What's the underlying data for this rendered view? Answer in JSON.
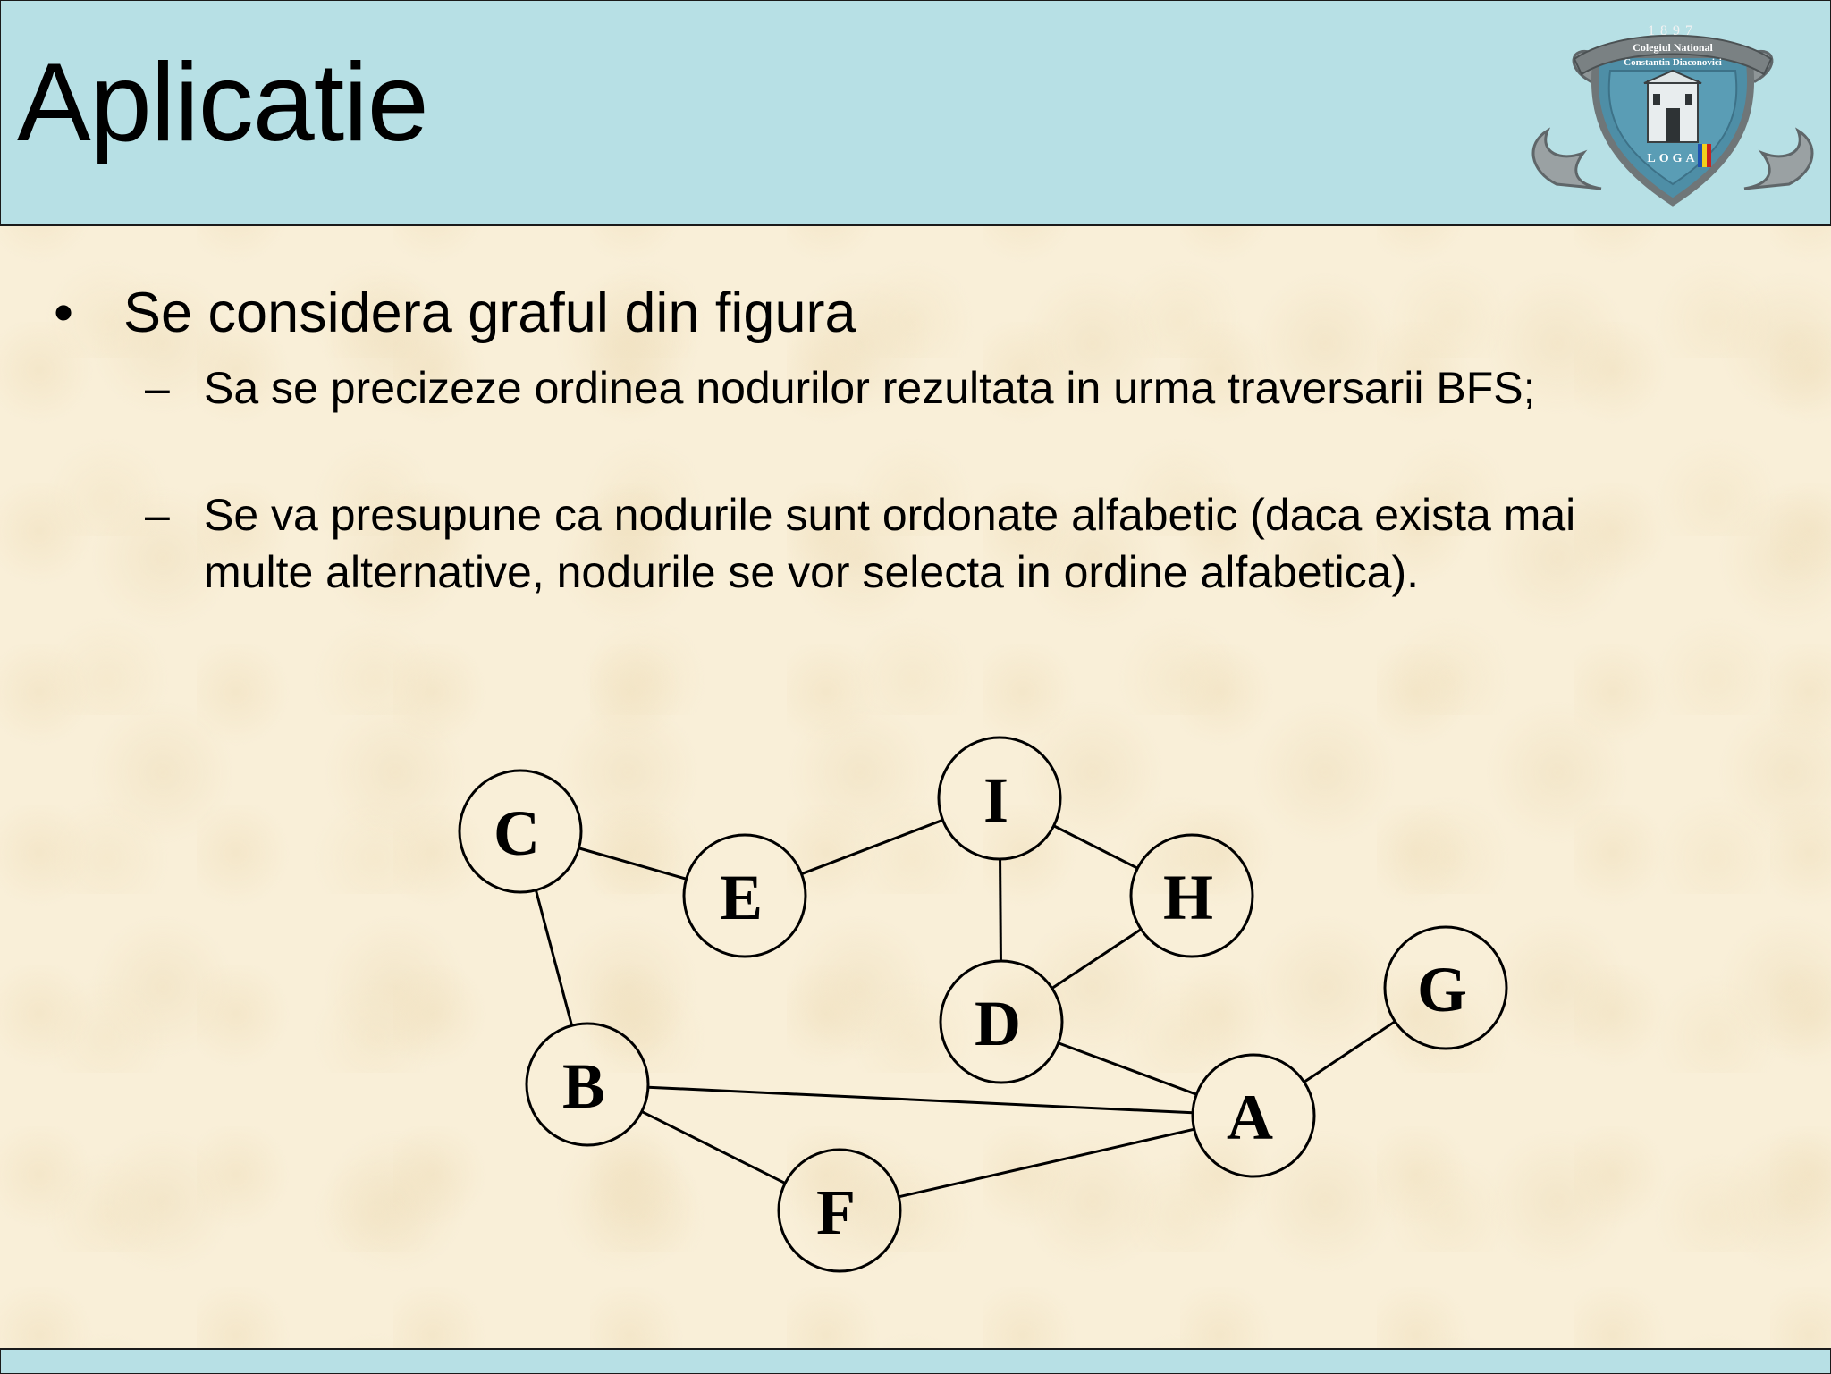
{
  "header": {
    "title": "Aplicatie",
    "logo": {
      "year": "1897",
      "line1": "Colegiul National",
      "line2": "Constantin Diaconovici",
      "bottom": "LOGA",
      "icon": "school-crest"
    }
  },
  "content": {
    "bullet": "Se considera graful din figura",
    "sub1": "Sa se precizeze ordinea nodurilor rezultata in urma traversarii BFS;",
    "sub2": "Se va presupune ca nodurile sunt ordonate alfabetic (daca exista mai multe alternative, nodurile se vor selecta in ordine alfabetica)."
  },
  "graph": {
    "nodes": [
      "A",
      "B",
      "C",
      "D",
      "E",
      "F",
      "G",
      "H",
      "I"
    ],
    "edges": [
      [
        "C",
        "E"
      ],
      [
        "E",
        "I"
      ],
      [
        "I",
        "H"
      ],
      [
        "I",
        "D"
      ],
      [
        "H",
        "D"
      ],
      [
        "C",
        "B"
      ],
      [
        "B",
        "A"
      ],
      [
        "B",
        "F"
      ],
      [
        "F",
        "A"
      ],
      [
        "D",
        "A"
      ],
      [
        "A",
        "G"
      ]
    ]
  },
  "colors": {
    "header_bg": "#b7e0e5",
    "page_bg": "#f9efd8",
    "line": "#000000"
  }
}
